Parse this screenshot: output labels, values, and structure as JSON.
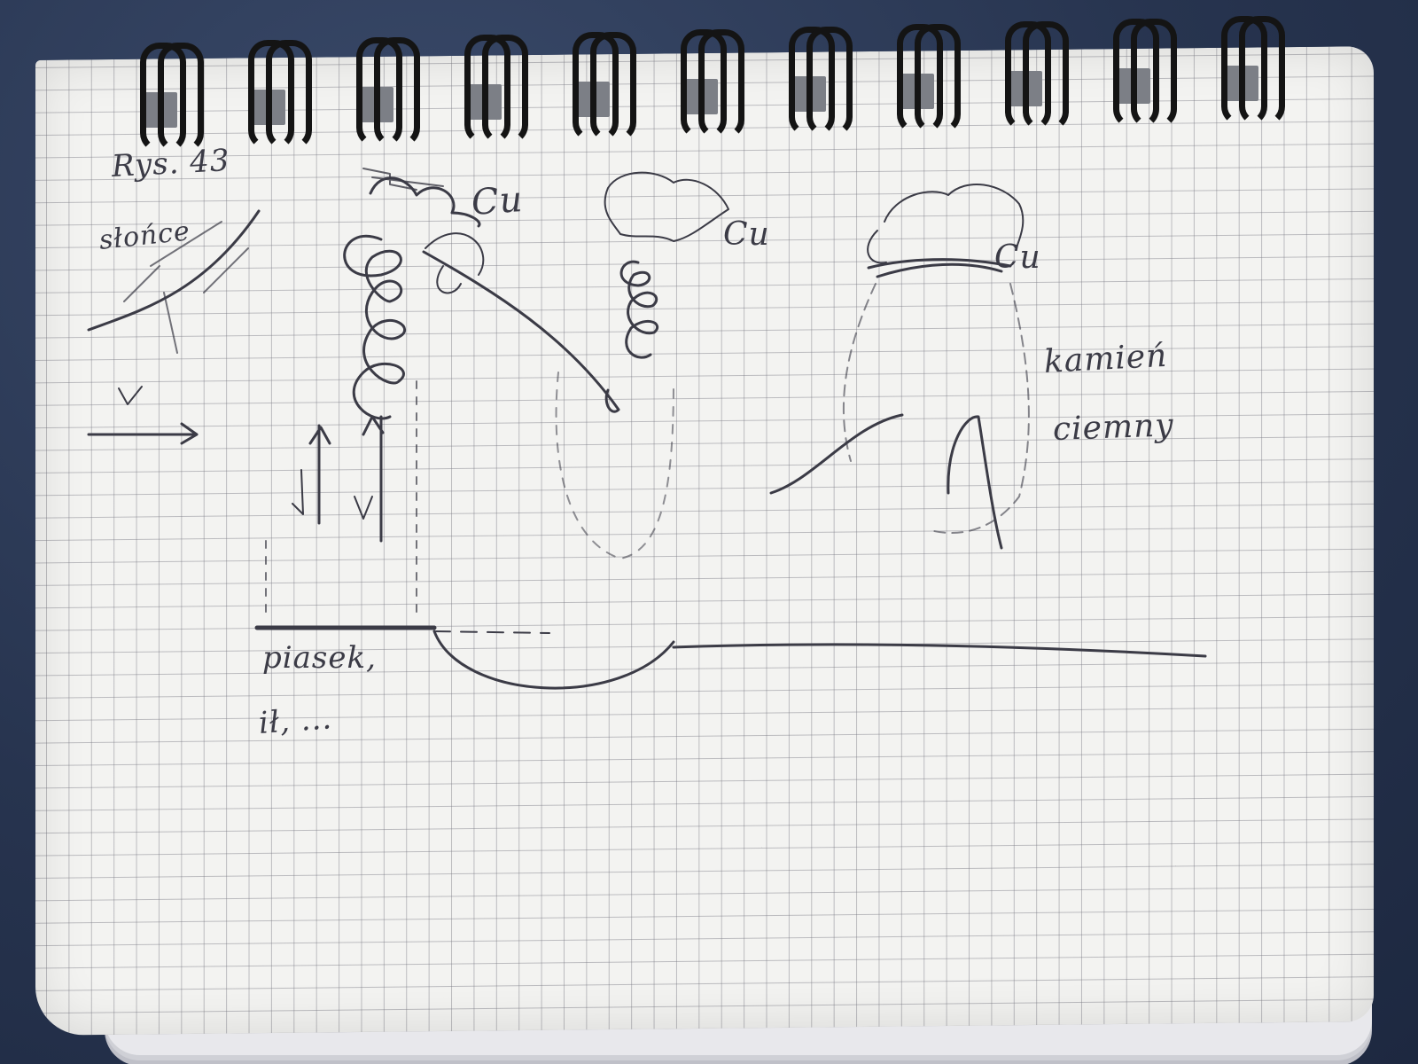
{
  "notes": {
    "figure_label": "Rys. 43",
    "sun_label": "słońce",
    "cu_labels": [
      "Cu",
      "Cu",
      "Cu"
    ],
    "rock_label_line1": "kamień",
    "rock_label_line2": "ciemny",
    "sand_label_line1": "piasek,",
    "sand_label_line2": "ił, ...",
    "rings": 11
  },
  "colors": {
    "desk": "#2a3a58",
    "paper": "#f3f3f1",
    "grid": "#8a8a96",
    "pencil": "#3b3b46",
    "spiral": "#141414"
  }
}
